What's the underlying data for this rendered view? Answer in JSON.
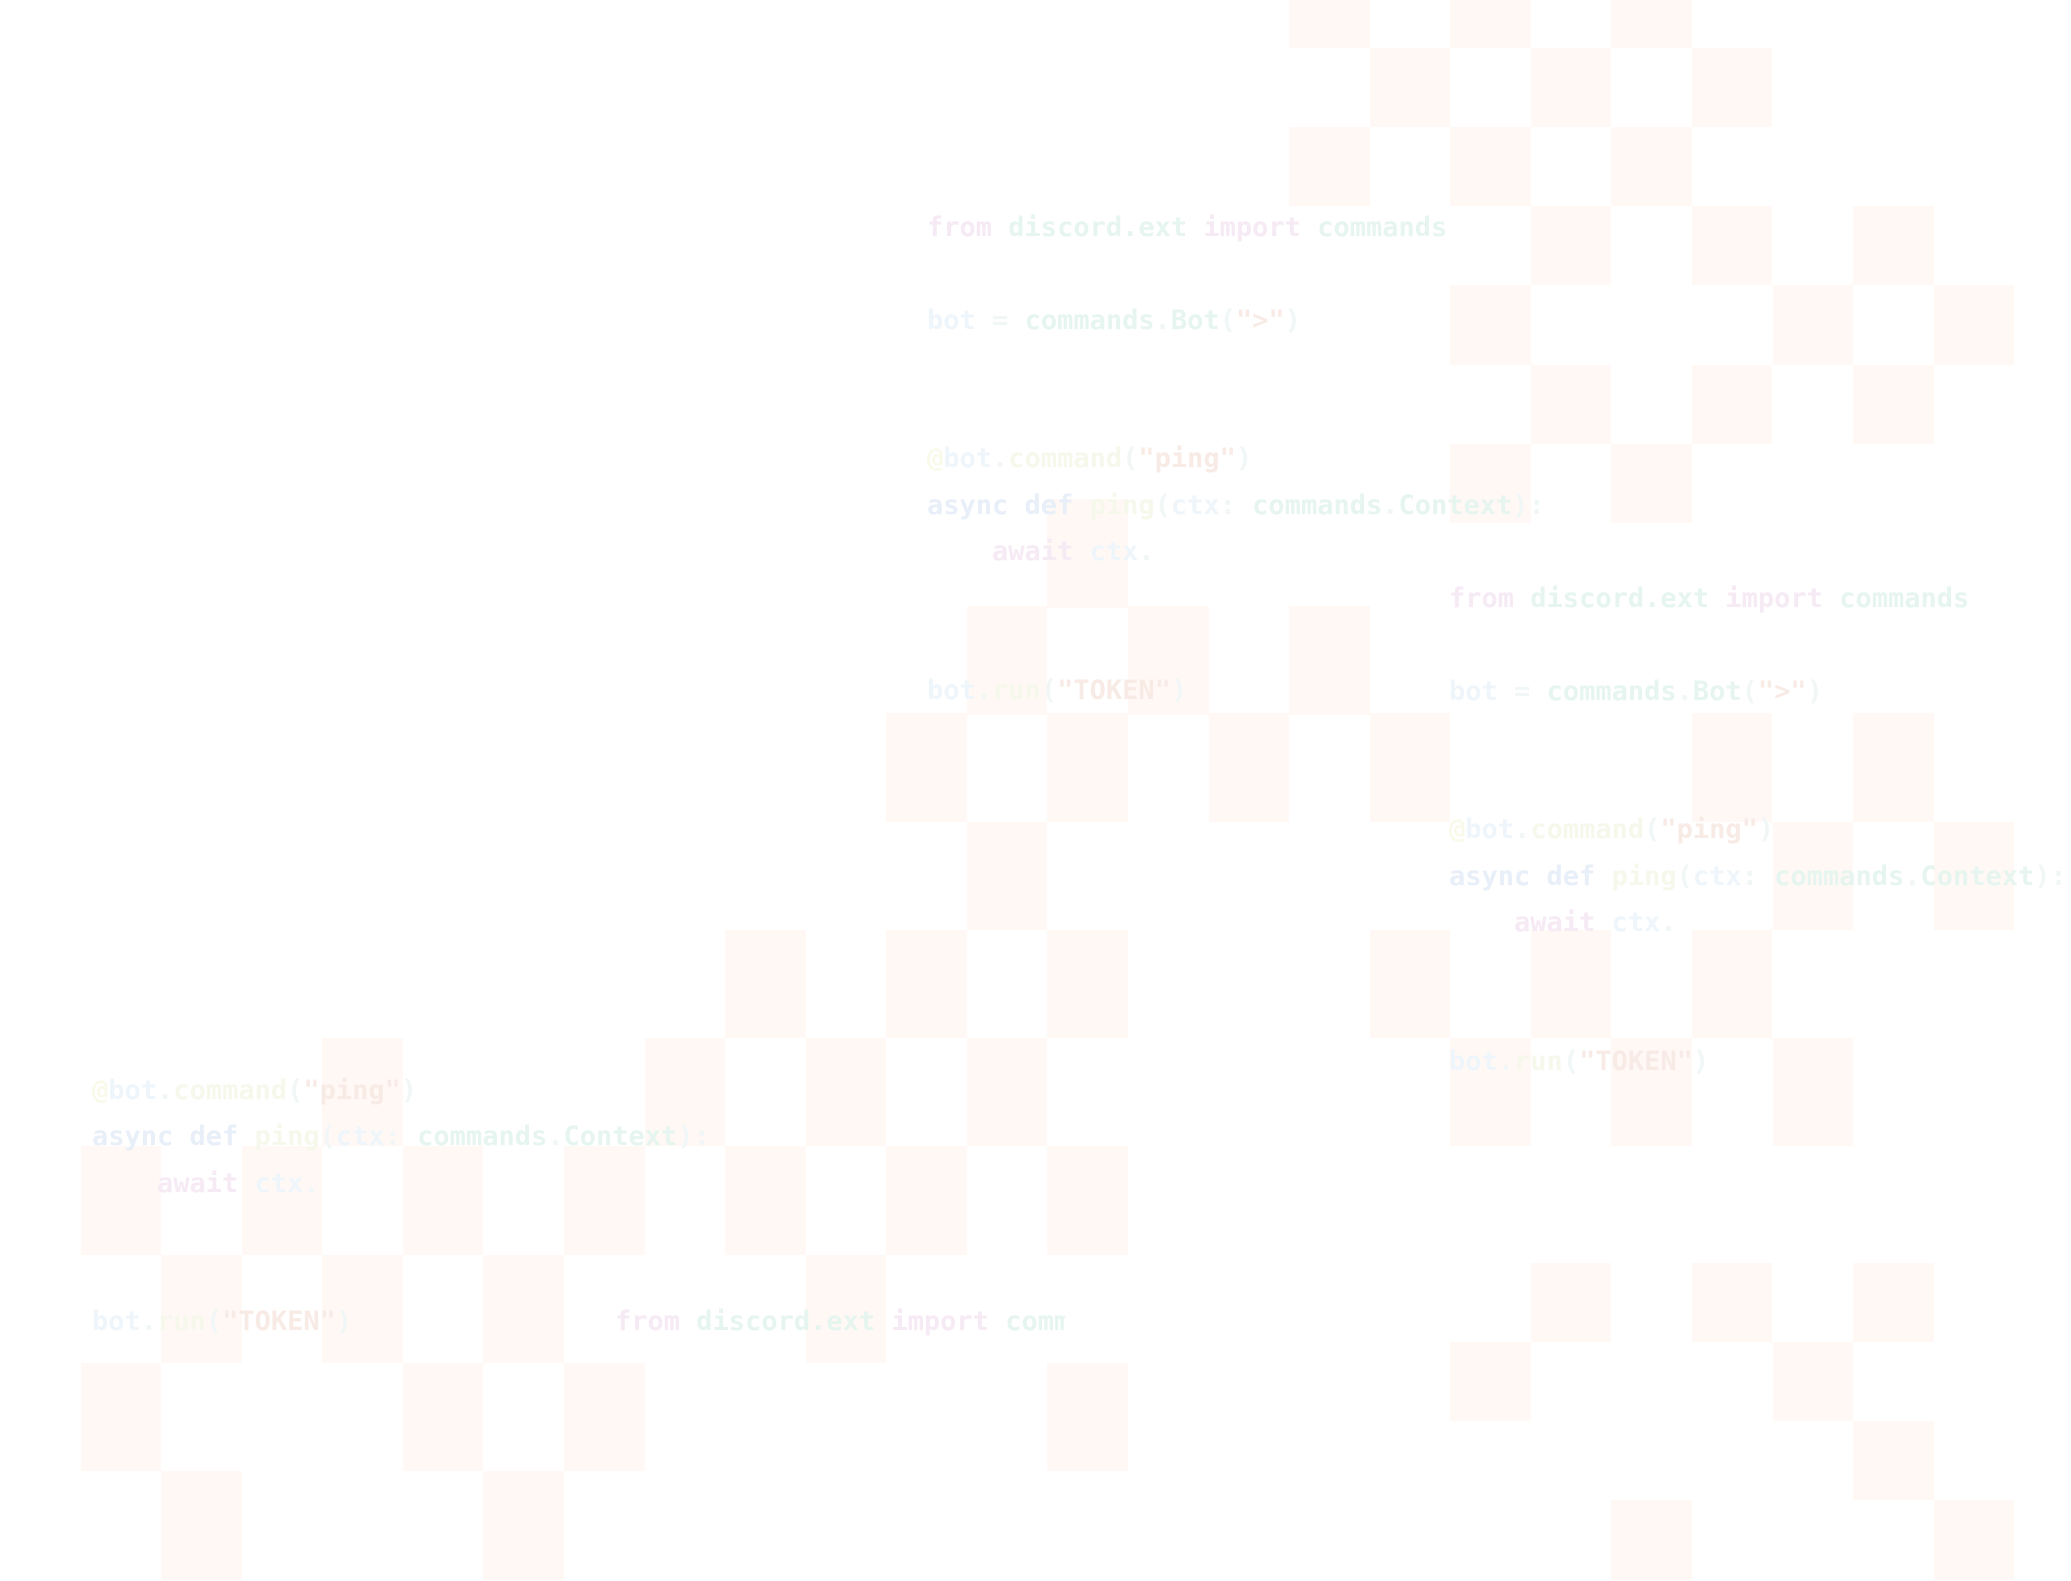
{
  "code_blocks": [
    {
      "name": "code-block-top",
      "lines": [
        [
          [
            "from",
            "kw"
          ],
          [
            " ",
            "pun"
          ],
          [
            "discord.ext",
            "mod"
          ],
          [
            " ",
            "pun"
          ],
          [
            "import",
            "kw"
          ],
          [
            " ",
            "pun"
          ],
          [
            "commands",
            "mod"
          ]
        ],
        [],
        [
          [
            "bot",
            "id"
          ],
          [
            " = ",
            "pun"
          ],
          [
            "commands",
            "mod"
          ],
          [
            ".",
            "pun"
          ],
          [
            "Bot",
            "mod"
          ],
          [
            "(",
            "pun"
          ],
          [
            "\">\"",
            "str"
          ],
          [
            ")",
            "pun"
          ]
        ],
        [],
        [],
        [
          [
            "@",
            "dec"
          ],
          [
            "bot",
            "id"
          ],
          [
            ".",
            "pun"
          ],
          [
            "command",
            "fn"
          ],
          [
            "(",
            "pun"
          ],
          [
            "\"ping\"",
            "str"
          ],
          [
            ")",
            "pun"
          ]
        ],
        [
          [
            "async def",
            "kw2"
          ],
          [
            " ",
            "pun"
          ],
          [
            "ping",
            "fn"
          ],
          [
            "(",
            "pun"
          ],
          [
            "ctx",
            "id"
          ],
          [
            ": ",
            "pun"
          ],
          [
            "commands",
            "mod"
          ],
          [
            ".",
            "pun"
          ],
          [
            "Context",
            "mod"
          ],
          [
            "):",
            "pun"
          ]
        ],
        [
          [
            "    ",
            "pun"
          ],
          [
            "await",
            "kw"
          ],
          [
            " ",
            "pun"
          ],
          [
            "ctx",
            "id"
          ],
          [
            ".",
            "pun"
          ]
        ],
        [],
        [],
        [
          [
            "bot",
            "id"
          ],
          [
            ".",
            "pun"
          ],
          [
            "run",
            "fn"
          ],
          [
            "(",
            "pun"
          ],
          [
            "\"TOKEN\"",
            "str"
          ],
          [
            ")",
            "pun"
          ]
        ]
      ]
    },
    {
      "name": "code-block-right",
      "lines": [
        [
          [
            "from",
            "kw"
          ],
          [
            " ",
            "pun"
          ],
          [
            "discord.ext",
            "mod"
          ],
          [
            " ",
            "pun"
          ],
          [
            "import",
            "kw"
          ],
          [
            " ",
            "pun"
          ],
          [
            "commands",
            "mod"
          ]
        ],
        [],
        [
          [
            "bot",
            "id"
          ],
          [
            " = ",
            "pun"
          ],
          [
            "commands",
            "mod"
          ],
          [
            ".",
            "pun"
          ],
          [
            "Bot",
            "mod"
          ],
          [
            "(",
            "pun"
          ],
          [
            "\">\"",
            "str"
          ],
          [
            ")",
            "pun"
          ]
        ],
        [],
        [],
        [
          [
            "@",
            "dec"
          ],
          [
            "bot",
            "id"
          ],
          [
            ".",
            "pun"
          ],
          [
            "command",
            "fn"
          ],
          [
            "(",
            "pun"
          ],
          [
            "\"ping\"",
            "str"
          ],
          [
            ")",
            "pun"
          ]
        ],
        [
          [
            "async def",
            "kw2"
          ],
          [
            " ",
            "pun"
          ],
          [
            "ping",
            "fn"
          ],
          [
            "(",
            "pun"
          ],
          [
            "ctx",
            "id"
          ],
          [
            ": ",
            "pun"
          ],
          [
            "commands",
            "mod"
          ],
          [
            ".",
            "pun"
          ],
          [
            "Context",
            "mod"
          ],
          [
            "):",
            "pun"
          ]
        ],
        [
          [
            "    ",
            "pun"
          ],
          [
            "await",
            "kw"
          ],
          [
            " ",
            "pun"
          ],
          [
            "ctx",
            "id"
          ],
          [
            ".",
            "pun"
          ]
        ],
        [],
        [],
        [
          [
            "bot",
            "id"
          ],
          [
            ".",
            "pun"
          ],
          [
            "run",
            "fn"
          ],
          [
            "(",
            "pun"
          ],
          [
            "\"TOKEN\"",
            "str"
          ],
          [
            ")",
            "pun"
          ]
        ]
      ]
    },
    {
      "name": "code-block-bottom-left",
      "lines": [
        [
          [
            "@",
            "dec"
          ],
          [
            "bot",
            "id"
          ],
          [
            ".",
            "pun"
          ],
          [
            "command",
            "fn"
          ],
          [
            "(",
            "pun"
          ],
          [
            "\"ping\"",
            "str"
          ],
          [
            ")",
            "pun"
          ]
        ],
        [
          [
            "async def",
            "kw2"
          ],
          [
            " ",
            "pun"
          ],
          [
            "ping",
            "fn"
          ],
          [
            "(",
            "pun"
          ],
          [
            "ctx",
            "id"
          ],
          [
            ": ",
            "pun"
          ],
          [
            "commands",
            "mod"
          ],
          [
            ".",
            "pun"
          ],
          [
            "Context",
            "mod"
          ],
          [
            "):",
            "pun"
          ]
        ],
        [
          [
            "    ",
            "pun"
          ],
          [
            "await",
            "kw"
          ],
          [
            " ",
            "pun"
          ],
          [
            "ctx",
            "id"
          ],
          [
            ".",
            "pun"
          ]
        ],
        [],
        [],
        [
          [
            "bot",
            "id"
          ],
          [
            ".",
            "pun"
          ],
          [
            "run",
            "fn"
          ],
          [
            "(",
            "pun"
          ],
          [
            "\"TOKEN\"",
            "str"
          ],
          [
            ")",
            "pun"
          ]
        ]
      ]
    },
    {
      "name": "code-block-bottom-middle",
      "lines": [
        [
          [
            "from",
            "kw"
          ],
          [
            " ",
            "pun"
          ],
          [
            "discord.ext",
            "mod"
          ],
          [
            " ",
            "pun"
          ],
          [
            "import",
            "kw"
          ],
          [
            " ",
            "pun"
          ],
          [
            "commands",
            "mod"
          ]
        ]
      ]
    }
  ],
  "colors": {
    "checker": "#fff8f5",
    "background": "#ffffff"
  }
}
